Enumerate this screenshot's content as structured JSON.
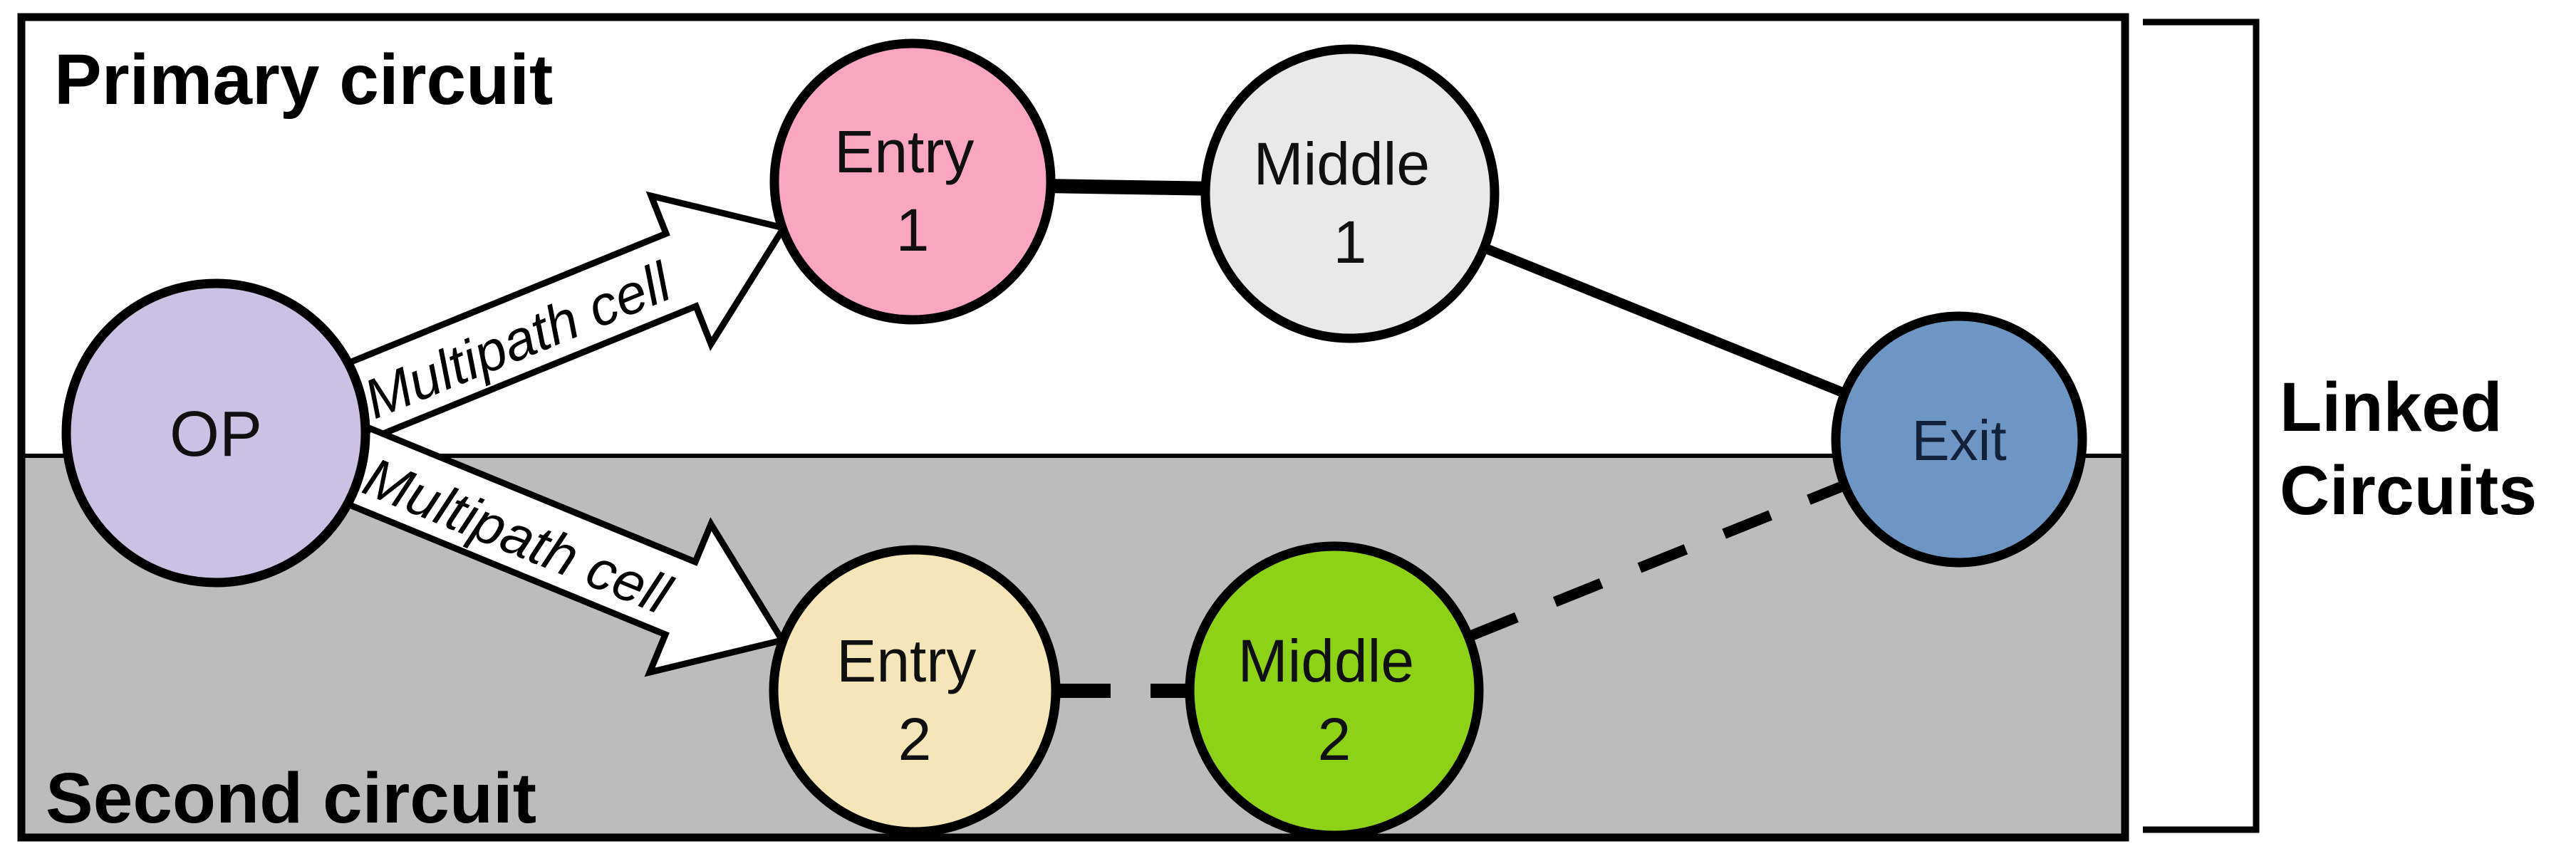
{
  "figure": {
    "regions": {
      "primary": {
        "label": "Primary circuit",
        "background": "#ffffff"
      },
      "second": {
        "label": "Second circuit",
        "background": "#bcbcbc"
      }
    },
    "side_annotation": {
      "line1": "Linked",
      "line2": "Circuits"
    },
    "nodes": {
      "op": {
        "label": "OP",
        "color": "#cbc1e4"
      },
      "entry1": {
        "line1": "Entry",
        "line2": "1",
        "color": "#f9a7c1"
      },
      "middle1": {
        "line1": "Middle",
        "line2": "1",
        "color": "#e9e9e9"
      },
      "entry2": {
        "line1": "Entry",
        "line2": "2",
        "color": "#f4e6b8"
      },
      "middle2": {
        "line1": "Middle",
        "line2": "2",
        "color": "#8ed217"
      },
      "exit": {
        "label": "Exit",
        "color": "#6e96c4"
      }
    },
    "arrows": {
      "top": {
        "label": "Multipath cell"
      },
      "bottom": {
        "label": "Multipath cell"
      }
    },
    "edges": [
      {
        "from": "OP",
        "to": "Entry 1",
        "style": "block-arrow",
        "label": "Multipath cell"
      },
      {
        "from": "OP",
        "to": "Entry 2",
        "style": "block-arrow",
        "label": "Multipath cell"
      },
      {
        "from": "Entry 1",
        "to": "Middle 1",
        "style": "solid"
      },
      {
        "from": "Middle 1",
        "to": "Exit",
        "style": "solid"
      },
      {
        "from": "Entry 2",
        "to": "Middle 2",
        "style": "dashed"
      },
      {
        "from": "Middle 2",
        "to": "Exit",
        "style": "dashed"
      }
    ],
    "outline_color": "#000000"
  }
}
